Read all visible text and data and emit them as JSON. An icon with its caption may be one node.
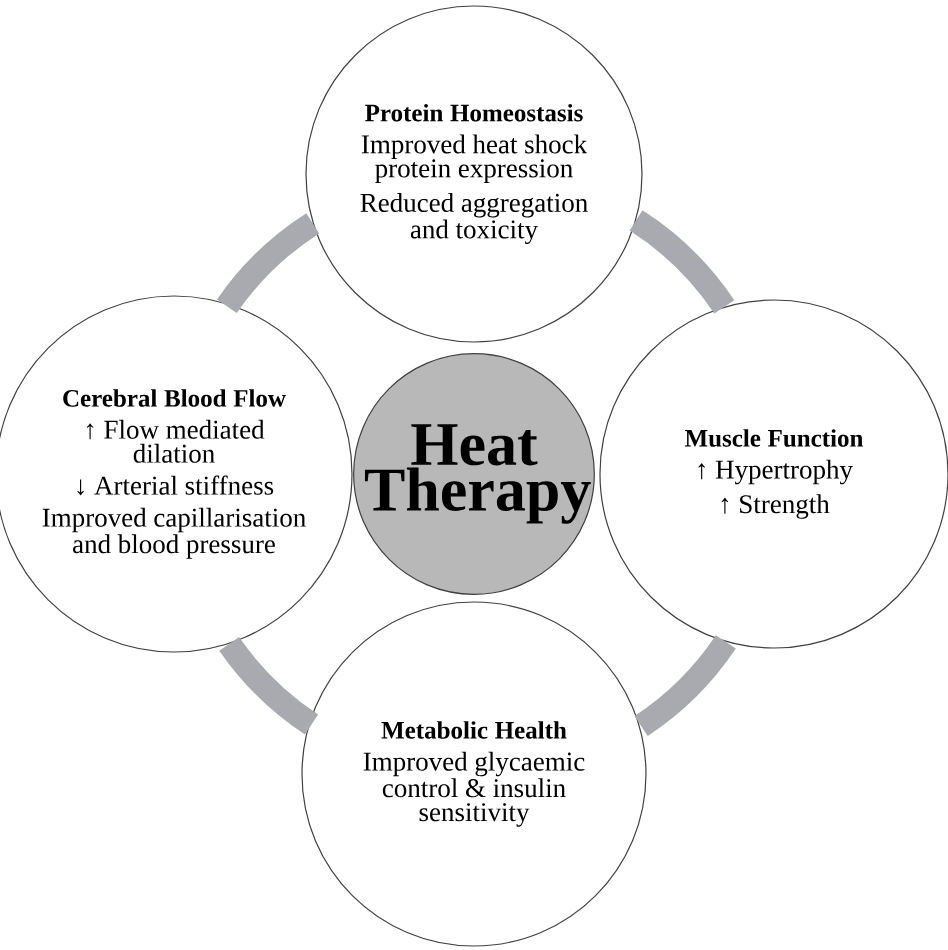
{
  "diagram": {
    "nodes": [
      {
        "text": [
          "Heat Therapy"
        ]
      },
      {
        "text": [
          "Protein Homeostasis",
          "Improved heat shock protein expression",
          "Reduced aggregation and toxicity"
        ]
      },
      {
        "text": [
          "Cerebral Blood Flow",
          "↑ Flow mediated dilation",
          "↓ Arterial stiffness",
          "Improved capillarisation and blood pressure"
        ]
      },
      {
        "text": [
          "Muscle Function",
          "↑ Hypertrophy",
          "↑ Strength"
        ]
      },
      {
        "text": [
          "Metabolic Health",
          "Improved glycaemic control & insulin sensitivity"
        ]
      }
    ],
    "edges": [
      {
        "from": 1,
        "to": 2,
        "arrow": "none"
      },
      {
        "from": 1,
        "to": 3,
        "arrow": "none"
      },
      {
        "from": 2,
        "to": 4,
        "arrow": "none"
      },
      {
        "from": 3,
        "to": 4,
        "arrow": "none"
      }
    ]
  }
}
